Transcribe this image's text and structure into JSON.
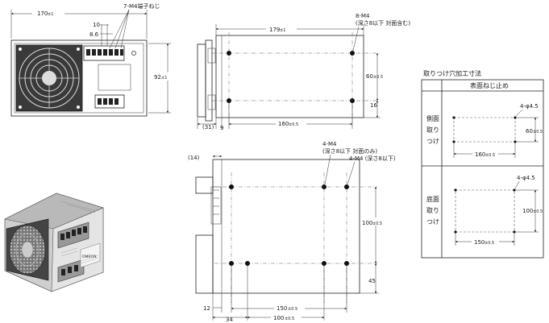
{
  "front_view": {
    "width_dim": "170",
    "width_tol": "±1",
    "height_dim": "92",
    "height_tol": "±1",
    "terminal_note": "7-M4端子ねじ",
    "pitch_10": "10",
    "pitch_8_6": "8.6"
  },
  "side_view": {
    "length_dim": "179",
    "length_tol": "±1",
    "screw_note_1": "8-M4",
    "screw_note_2": "(深さ8以下  対面含む)",
    "dim_60": "60",
    "dim_16": "16",
    "dim_31": "(31)",
    "dim_9": "9",
    "dim_160": "160",
    "tol_05": "±0.5"
  },
  "bottom_view": {
    "dim_14": "(14)",
    "note_a_1": "4-M4",
    "note_a_2": "(深さ8以下  対面のみ)",
    "note_b": "4-M4 (深さ8以下)",
    "dim_100_v": "100",
    "dim_45": "45",
    "dim_12": "12",
    "dim_150": "150",
    "dim_34": "34",
    "dim_100_h": "100",
    "tol_05": "±0.5"
  },
  "mounting_table": {
    "title": "取りつけ穴加工寸法",
    "header": "表面ねじ止め",
    "side_label": [
      "側面",
      "取り",
      "つけ"
    ],
    "bottom_label": [
      "底面",
      "取り",
      "つけ"
    ],
    "side_hole_note": "4-φ4.5",
    "side_dim_60": "60",
    "side_dim_160": "160",
    "bottom_hole_note": "4-φ4.5",
    "bottom_dim_100": "100",
    "bottom_dim_150": "150",
    "tol_05": "±0.5"
  },
  "product_photo": {
    "brand": "OMRON"
  }
}
